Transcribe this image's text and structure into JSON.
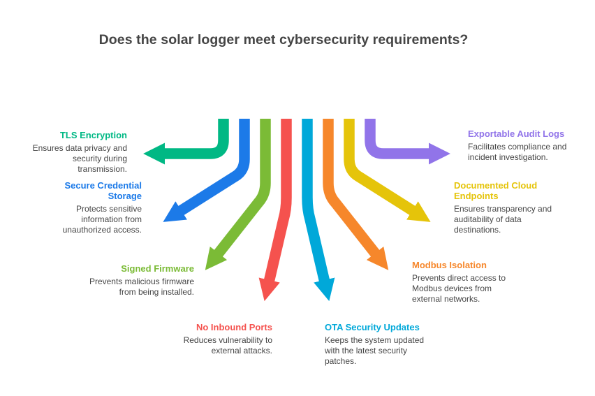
{
  "title": "Does the solar logger meet cybersecurity requirements?",
  "items": [
    {
      "id": "tls-encryption",
      "label": "TLS Encryption",
      "description": "Ensures data privacy and security during transmission.",
      "color": "#00B884",
      "side": "left"
    },
    {
      "id": "secure-credential-storage",
      "label": "Secure Credential Storage",
      "description": "Protects sensitive information from unauthorized access.",
      "color": "#1C7AE8",
      "side": "left"
    },
    {
      "id": "signed-firmware",
      "label": "Signed Firmware",
      "description": "Prevents malicious firmware from being installed.",
      "color": "#7BBB36",
      "side": "left"
    },
    {
      "id": "no-inbound-ports",
      "label": "No Inbound Ports",
      "description": "Reduces vulnerability to external attacks.",
      "color": "#F5524E",
      "side": "left"
    },
    {
      "id": "ota-security-updates",
      "label": "OTA Security Updates",
      "description": "Keeps the system updated with the latest security patches.",
      "color": "#00A8D9",
      "side": "right"
    },
    {
      "id": "modbus-isolation",
      "label": "Modbus Isolation",
      "description": "Prevents direct access to Modbus devices from external networks.",
      "color": "#F6872B",
      "side": "right"
    },
    {
      "id": "documented-cloud-endpoints",
      "label": "Documented Cloud Endpoints",
      "description": "Ensures transparency and auditability of data destinations.",
      "color": "#E5C40A",
      "side": "right"
    },
    {
      "id": "exportable-audit-logs",
      "label": "Exportable Audit Logs",
      "description": "Facilitates compliance and incident investigation.",
      "color": "#9174E9",
      "side": "right"
    }
  ]
}
